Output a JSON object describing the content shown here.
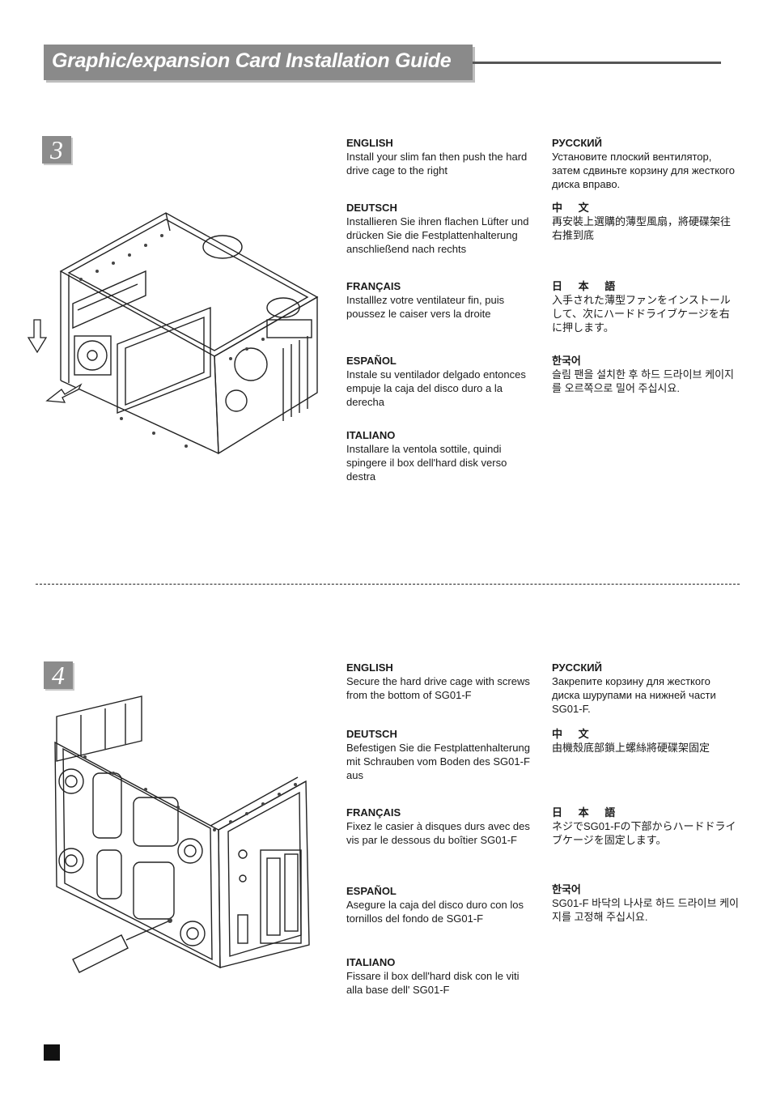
{
  "header": {
    "title": "Graphic/expansion Card Installation Guide"
  },
  "steps": [
    {
      "number": "3",
      "texts": {
        "english": {
          "heading": "ENGLISH",
          "body": "Install your slim fan then push the hard drive cage to the right"
        },
        "deutsch": {
          "heading": "DEUTSCH",
          "body": "Installieren Sie ihren flachen Lüfter und drücken Sie die Festplattenhalterung anschließend nach rechts"
        },
        "francais": {
          "heading": "FRANÇAIS",
          "body": "Installlez votre ventilateur fin, puis poussez le caiser vers la droite"
        },
        "espanol": {
          "heading": "ESPAÑOL",
          "body": "Instale su ventilador delgado entonces empuje la caja del disco duro a la derecha"
        },
        "italiano": {
          "heading": "ITALIANO",
          "body": "Installare la ventola sottile, quindi spingere il box dell'hard disk verso destra"
        },
        "russian": {
          "heading": "РУССКИЙ",
          "body": "Установите плоский вентилятор, затем сдвиньте корзину для жесткого диска вправо."
        },
        "chinese": {
          "heading": "中 文",
          "body": "再安裝上選購的薄型風扇，將硬碟架往右推到底"
        },
        "japanese": {
          "heading": "日 本 語",
          "body": "入手された薄型ファンをインストールして、次にハードドライブケージを右に押します。"
        },
        "korean": {
          "heading": "한국어",
          "body": "슬림 팬을 설치한 후 하드 드라이브 케이지를 오르쪽으로 밀어 주십시요."
        }
      }
    },
    {
      "number": "4",
      "texts": {
        "english": {
          "heading": "ENGLISH",
          "body": "Secure the hard drive cage with screws from the bottom of SG01-F"
        },
        "deutsch": {
          "heading": "DEUTSCH",
          "body": "Befestigen Sie die Festplattenhalterung mit Schrauben vom Boden des SG01-F aus"
        },
        "francais": {
          "heading": "FRANÇAIS",
          "body": "Fixez le casier à disques durs avec des vis par le dessous du boîtier SG01-F"
        },
        "espanol": {
          "heading": "ESPAÑOL",
          "body": "Asegure la caja del disco duro con los tornillos del fondo de SG01-F"
        },
        "italiano": {
          "heading": "ITALIANO",
          "body": "Fissare il box dell'hard disk con le viti alla base dell' SG01-F"
        },
        "russian": {
          "heading": "РУССКИЙ",
          "body": "Закрепите корзину для жесткого диска шурупами на нижней части SG01-F."
        },
        "chinese": {
          "heading": "中 文",
          "body": "由機殼底部鎖上螺絲將硬碟架固定"
        },
        "japanese": {
          "heading": "日 本 語",
          "body": "ネジでSG01-Fの下部からハードドライブケージを固定します。"
        },
        "korean": {
          "heading": "한국어",
          "body": "SG01-F 바닥의 나사로 하드 드라이브 케이지를 고정해 주십시요."
        }
      }
    }
  ]
}
